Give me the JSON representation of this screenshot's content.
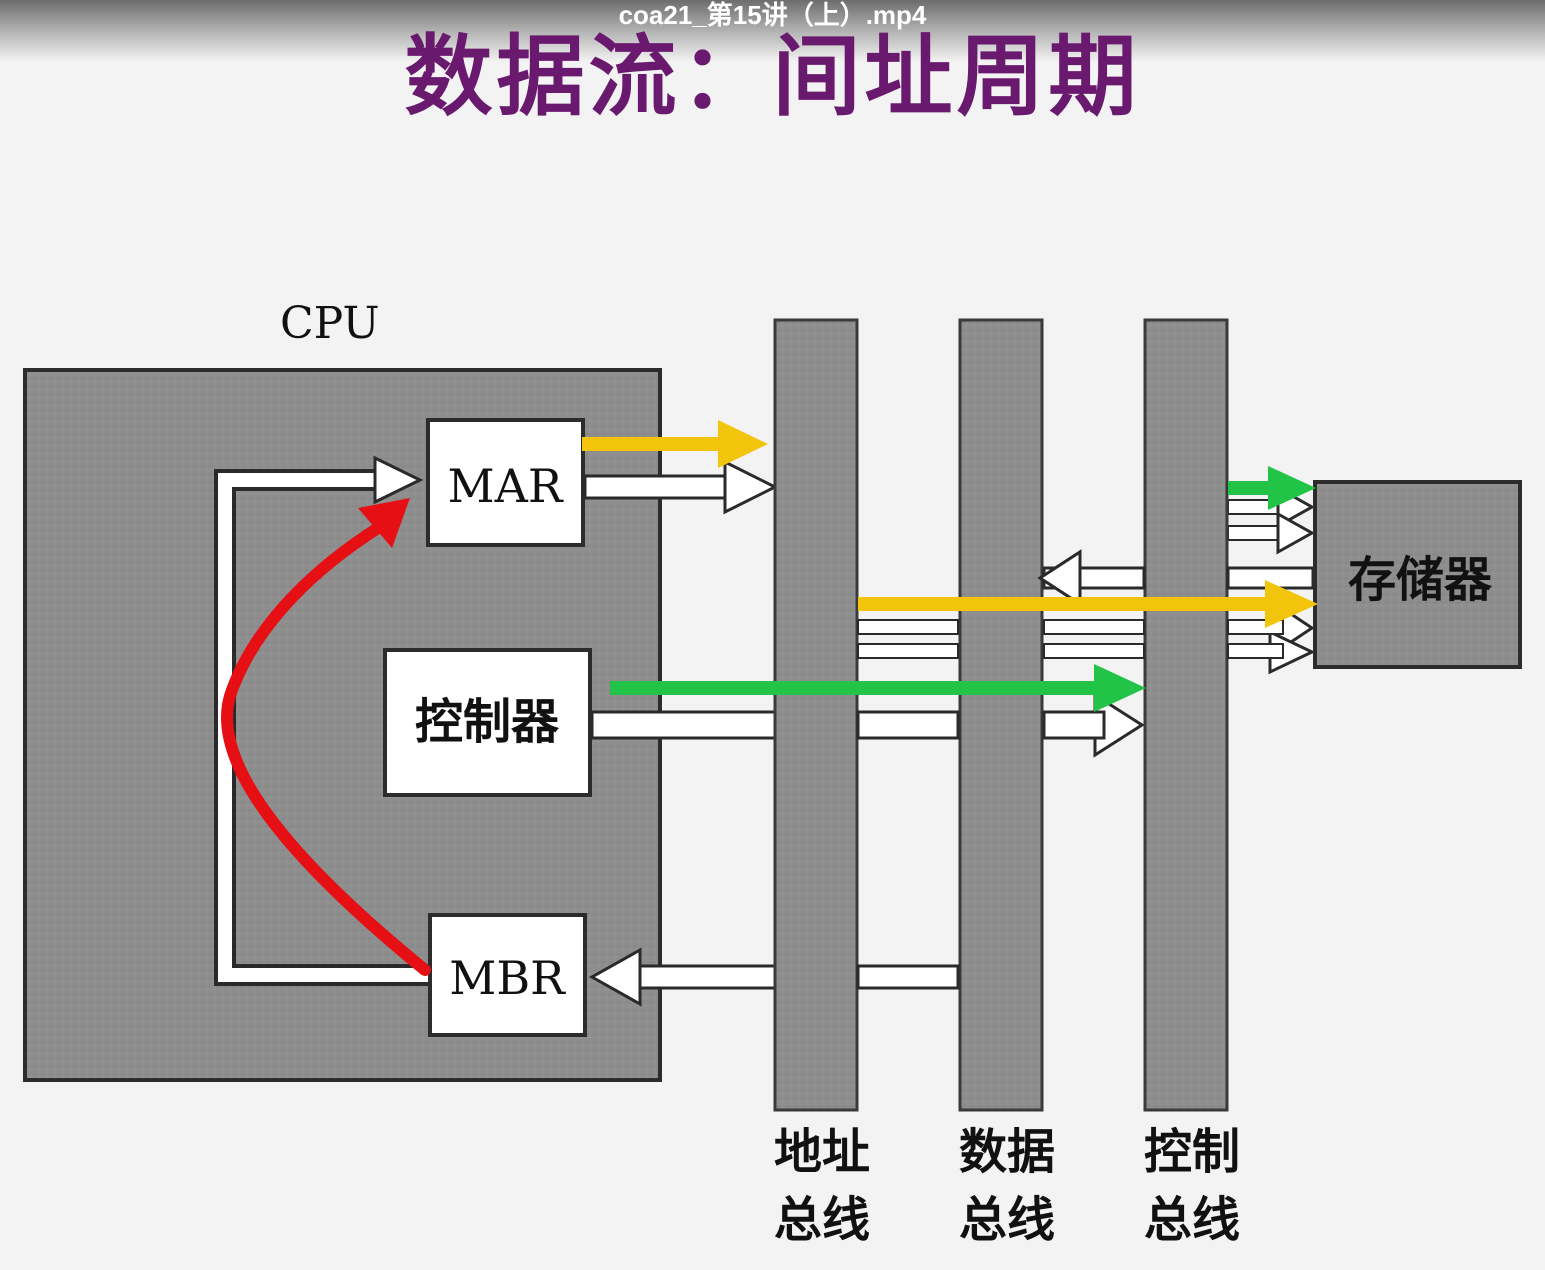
{
  "video": {
    "title": "coa21_第15讲（上）.mp4"
  },
  "slide": {
    "title": "数据流：间址周期"
  },
  "diagram": {
    "cpu_label": "CPU",
    "registers": {
      "mar": "MAR",
      "mbr": "MBR",
      "controller": "控制器"
    },
    "memory": "存储器",
    "buses": [
      {
        "line1": "地址",
        "line2": "总线"
      },
      {
        "line1": "数据",
        "line2": "总线"
      },
      {
        "line1": "控制",
        "line2": "总线"
      }
    ],
    "colors": {
      "highlight_yellow": "#f2c40c",
      "highlight_green": "#21c447",
      "highlight_red": "#e50f14",
      "fill_gray": "#8f8f8f",
      "title_purple": "#6a1a6e"
    }
  }
}
